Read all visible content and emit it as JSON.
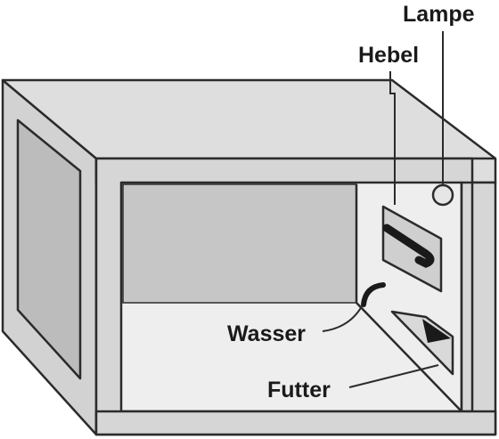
{
  "labels": {
    "lamp": "Lampe",
    "lever": "Hebel",
    "water": "Wasser",
    "food": "Futter"
  },
  "colors": {
    "box_top": "#dedede",
    "box_front": "#d6d6d6",
    "box_left": "#d2d2d2",
    "interior": "#eeeeee",
    "back_wall": "#c6c6c6",
    "window": "#bcbcbc",
    "outline": "#2b2b2b"
  }
}
